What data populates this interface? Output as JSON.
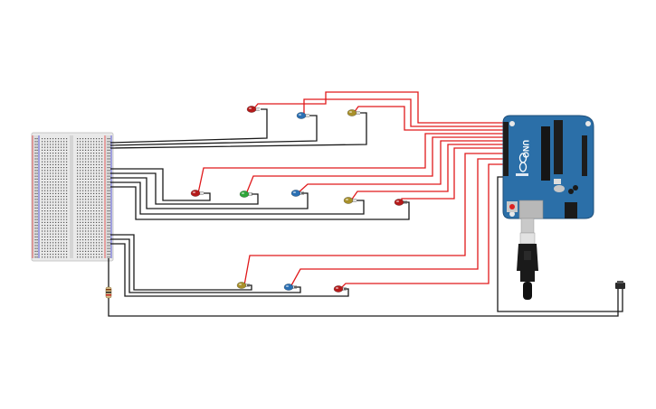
{
  "canvas": {
    "background": "#ffffff"
  },
  "colors": {
    "red_wire": "#e0191b",
    "black_wire": "#1a1a1a",
    "arduino_blue": "#2b6fa8",
    "breadboard": "#e9e9e9",
    "led_red": "#b51a1a",
    "led_blue": "#2a6fb3",
    "led_yellow": "#a8902a",
    "led_green": "#2fa53a"
  },
  "arduino": {
    "board_label": "UNO",
    "brand_icon": "arduino-infinity-icon"
  },
  "leds": [
    {
      "name": "led-red-1",
      "color": "led_red"
    },
    {
      "name": "led-blue-1",
      "color": "led_blue"
    },
    {
      "name": "led-yellow-1",
      "color": "led_yellow"
    },
    {
      "name": "led-red-2",
      "color": "led_red"
    },
    {
      "name": "led-green-1",
      "color": "led_green"
    },
    {
      "name": "led-blue-2",
      "color": "led_blue"
    },
    {
      "name": "led-yellow-2",
      "color": "led_yellow"
    },
    {
      "name": "led-red-3",
      "color": "led_red"
    },
    {
      "name": "led-yellow-3",
      "color": "led_yellow"
    },
    {
      "name": "led-blue-3",
      "color": "led_blue"
    },
    {
      "name": "led-red-4",
      "color": "led_red"
    }
  ],
  "components": {
    "resistor_icon": "resistor-icon",
    "pushbutton_icon": "pushbutton-icon",
    "usb_cable_icon": "usb-cable-icon"
  }
}
